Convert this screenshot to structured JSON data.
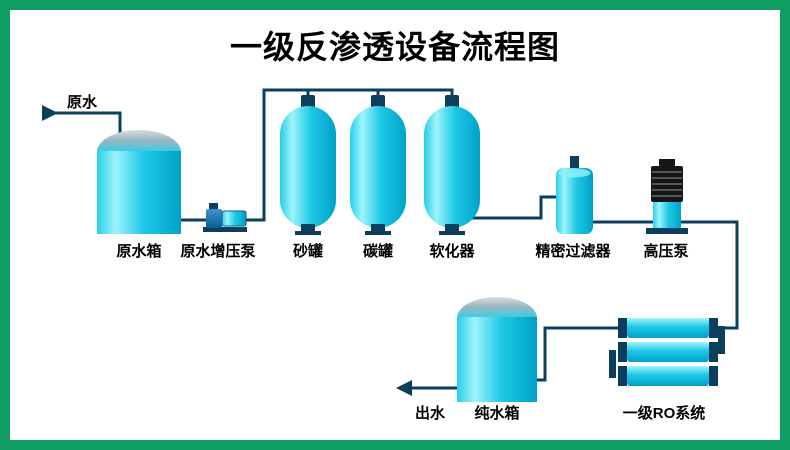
{
  "title": "一级反渗透设备流程图",
  "nodes": {
    "raw_water_in": {
      "label": "原水"
    },
    "raw_water_tank": {
      "label": "原水箱"
    },
    "booster_pump": {
      "label": "原水增压泵"
    },
    "sand_filter": {
      "label": "砂罐"
    },
    "carbon_filter": {
      "label": "碳罐"
    },
    "softener": {
      "label": "软化器"
    },
    "precision_filter": {
      "label": "精密过滤器"
    },
    "high_pressure_pump": {
      "label": "高压泵"
    },
    "water_out": {
      "label": "出水"
    },
    "pure_water_tank": {
      "label": "纯水箱"
    },
    "ro_system": {
      "label": "一级RO系统"
    }
  },
  "colors": {
    "frame_green": "#0f9d62",
    "canvas_white": "#ffffff",
    "pipe_dark": "#0c3f5e",
    "equipment_cyan": "#00c0de",
    "equipment_highlight": "#9ef4fb",
    "dome_gray": "#9cb6c0",
    "title_black": "#000000"
  }
}
